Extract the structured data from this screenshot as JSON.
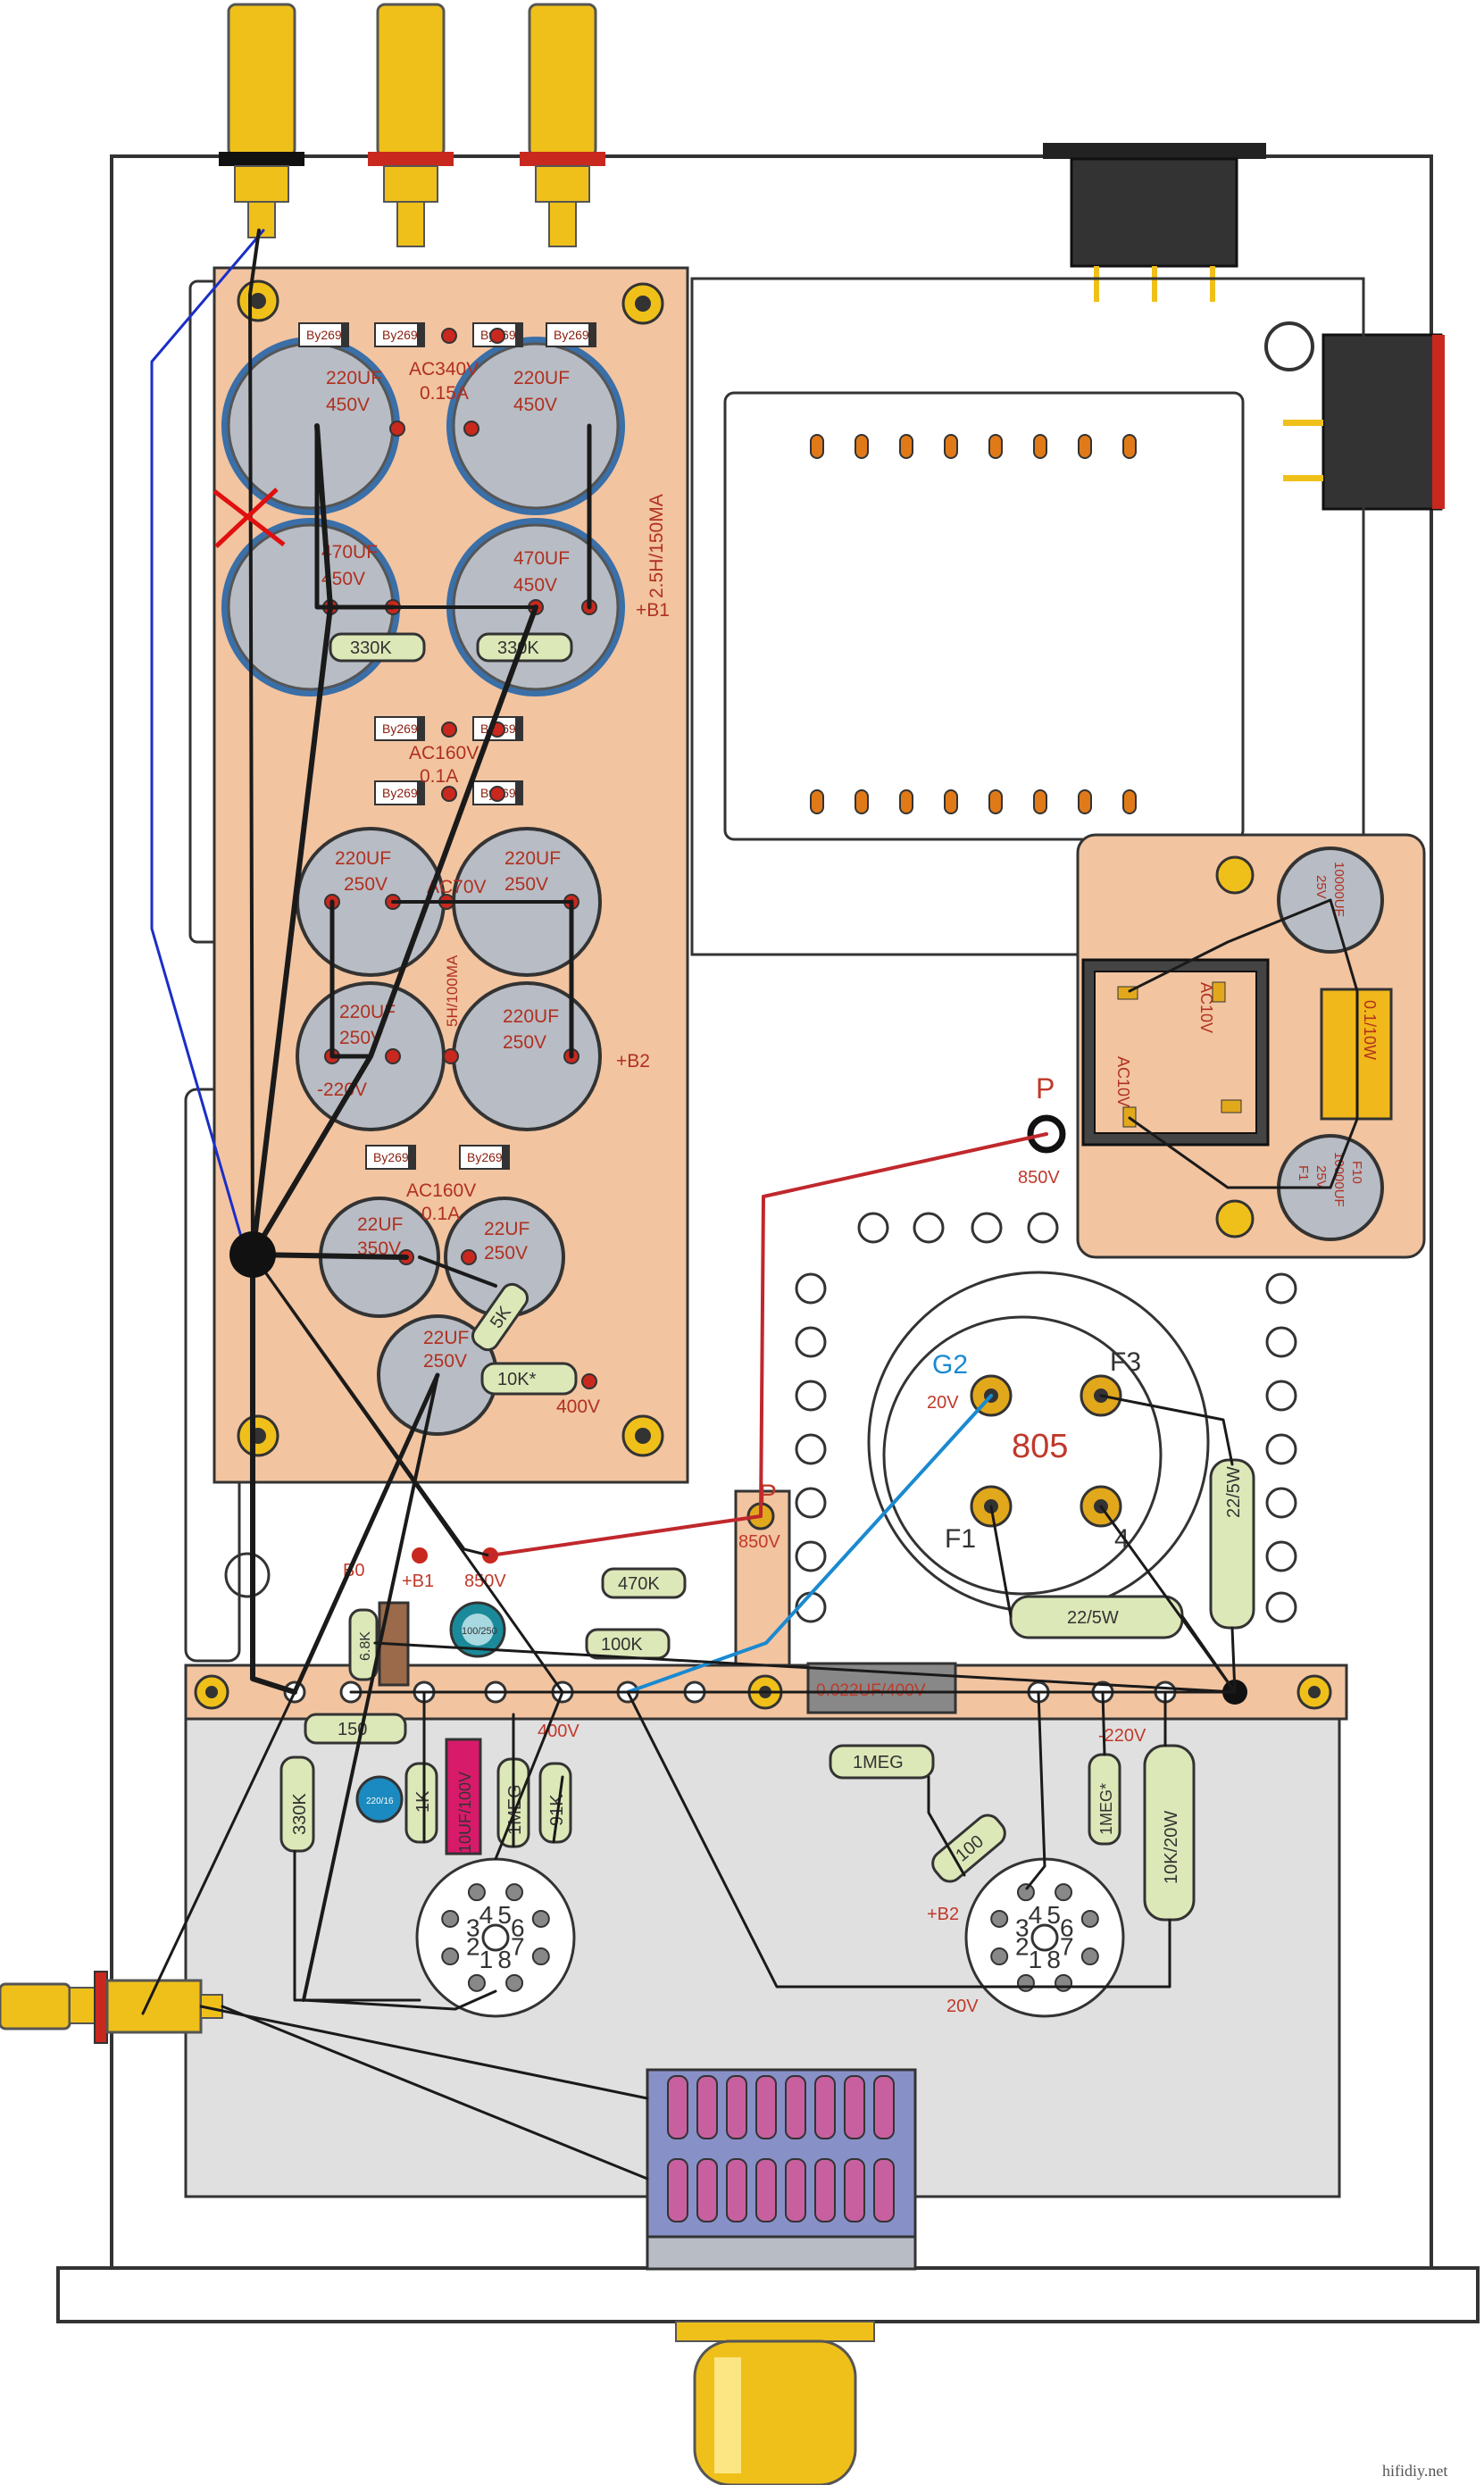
{
  "diagram": {
    "watermark": "hifidiy.net",
    "colors": {
      "board": "#f2c4a0",
      "chassis": "#ffffff",
      "rca": "#f0c01a",
      "cap_body": "#b8bcc4",
      "wire_black": "#1a1a1a",
      "wire_blue": "#1a2ec8",
      "wire_red": "#c0282d",
      "wire_cyan": "#1a8ad0",
      "pad": "#c8281e",
      "tube_pin": "#e2a81c"
    },
    "psu_high": {
      "diodes_top": [
        "By269",
        "By269",
        "By269",
        "By269"
      ],
      "ac_label": "AC340V",
      "ac_current": "0.15A",
      "caps": [
        {
          "value": "220UF",
          "voltage": "450V"
        },
        {
          "value": "220UF",
          "voltage": "450V"
        },
        {
          "value": "470UF",
          "voltage": "450V"
        },
        {
          "value": "470UF",
          "voltage": "450V"
        }
      ],
      "choke": "2.5H/150MA",
      "b1": "+B1",
      "resistors": [
        "330K",
        "330K"
      ]
    },
    "psu_mid": {
      "diodes": [
        "By269",
        "By269",
        "By269",
        "By269"
      ],
      "ac_label": "AC160V",
      "ac_current": "0.1A",
      "caps": [
        {
          "value": "220UF",
          "voltage": "250V"
        },
        {
          "value": "220UF",
          "voltage": "250V"
        },
        {
          "value": "220UF",
          "voltage": "250V"
        },
        {
          "value": "220UF",
          "voltage": "250V"
        }
      ],
      "center_label": "AC70V",
      "choke": "5H/100MA",
      "neg": "-220V",
      "b2": "+B2"
    },
    "psu_low": {
      "diodes": [
        "By269",
        "By269"
      ],
      "ac_label": "AC160V",
      "ac_current": "0.1A",
      "caps": [
        {
          "value": "22UF",
          "voltage": "350V"
        },
        {
          "value": "22UF",
          "voltage": "250V"
        },
        {
          "value": "22UF",
          "voltage": "250V"
        }
      ],
      "res_5k": "5K",
      "res_10k": "10K*",
      "out_v": "400V"
    },
    "filament_psu": {
      "cap_top": {
        "value": "10000UF",
        "voltage": "25V"
      },
      "cap_bottom": {
        "value": "10000UF",
        "voltage": "25V"
      },
      "bridge_ac1": "AC10V",
      "bridge_ac2": "AC10V",
      "resistor": "0.1/10W",
      "f1": "F1",
      "f10": "F10"
    },
    "tube805": {
      "name": "805",
      "g2": "G2",
      "g2_v": "20V",
      "f3": "F3",
      "f1": "F1",
      "pin4": "4",
      "res_22_a": "22/5W",
      "res_22_b": "22/5W",
      "plate": "P",
      "plate_v": "850V",
      "plate2": "P",
      "plate2_v": "850V"
    },
    "lower_board": {
      "b0": "B0",
      "b1": "+B1",
      "v850": "850V",
      "r_68k": "6.8K",
      "c_100_250": "100/250",
      "r_470k": "470K",
      "r_100k": "100K",
      "r_150": "150",
      "v400": "400V",
      "cap_film": "0.022UF/400V",
      "r_1meg_h": "1MEG",
      "neg220": "-220V",
      "r_330k": "330K",
      "c_blue": "220/16",
      "r_1k": "1K",
      "c_10uf": "10UF/100V",
      "r_1meg_v": "1MEG",
      "r_91k": "91K",
      "r_100": "100",
      "b2": "+B2",
      "r_1meg_star": "1MEG*",
      "r_10k20w": "10K/20W",
      "socket_pins": [
        "1",
        "2",
        "3",
        "4",
        "5",
        "6",
        "7",
        "8"
      ],
      "v20": "20V"
    }
  }
}
